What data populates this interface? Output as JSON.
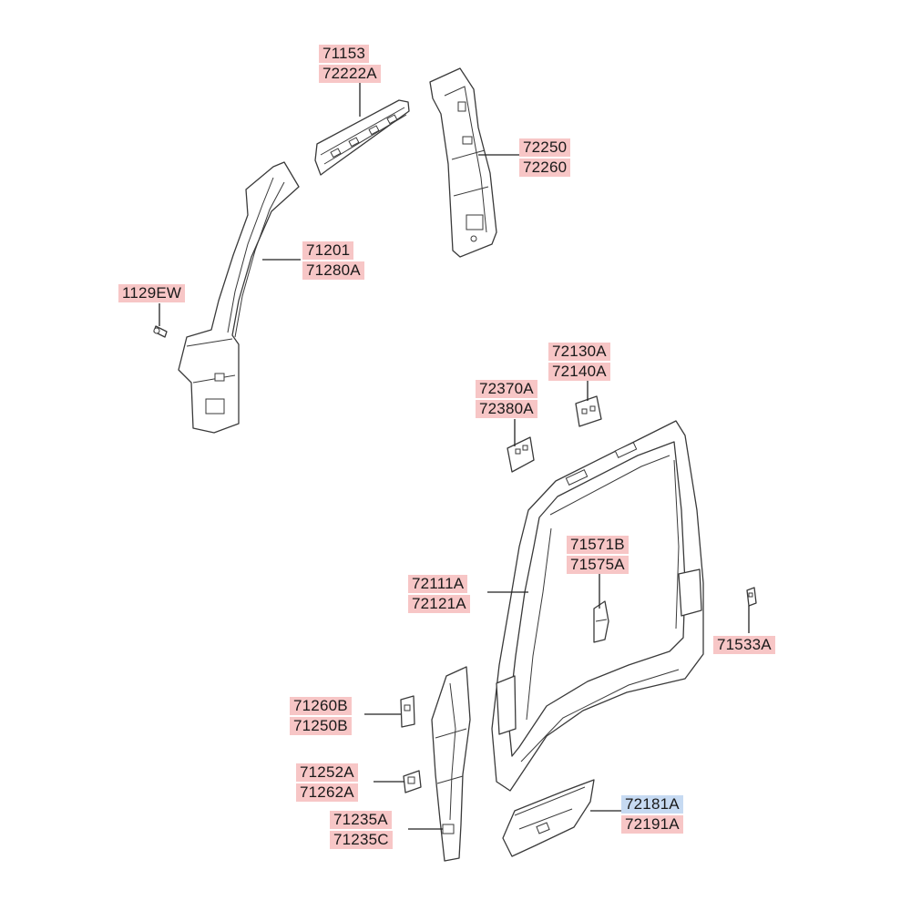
{
  "callouts": [
    {
      "id": "roof_rail",
      "lines": [
        "71153",
        "72222A"
      ]
    },
    {
      "id": "center_pillar_inner",
      "lines": [
        "72250",
        "72260"
      ]
    },
    {
      "id": "front_pillar",
      "lines": [
        "71201",
        "71280A"
      ]
    },
    {
      "id": "bolt",
      "lines": [
        "1129EW"
      ]
    },
    {
      "id": "bracket_upper_right",
      "lines": [
        "72130A",
        "72140A"
      ]
    },
    {
      "id": "bracket_upper_left",
      "lines": [
        "72370A",
        "72380A"
      ]
    },
    {
      "id": "door_frame_bracket",
      "lines": [
        "71571B",
        "71575A"
      ]
    },
    {
      "id": "side_outer",
      "lines": [
        "72111A",
        "72121A"
      ]
    },
    {
      "id": "clip",
      "lines": [
        "71533A"
      ]
    },
    {
      "id": "small_bracket_a",
      "lines": [
        "71260B",
        "71250B"
      ]
    },
    {
      "id": "small_bracket_b",
      "lines": [
        "71252A",
        "71262A"
      ]
    },
    {
      "id": "pillar_lower",
      "lines": [
        "71235A",
        "71235C"
      ]
    },
    {
      "id": "sill_panel",
      "lines": [
        "72181A",
        "72191A"
      ],
      "highlight": "72181A"
    }
  ],
  "colors": {
    "label_bg": "#f7c6c6",
    "highlight_bg": "#c6daf2",
    "line": "#3a3a3a"
  }
}
